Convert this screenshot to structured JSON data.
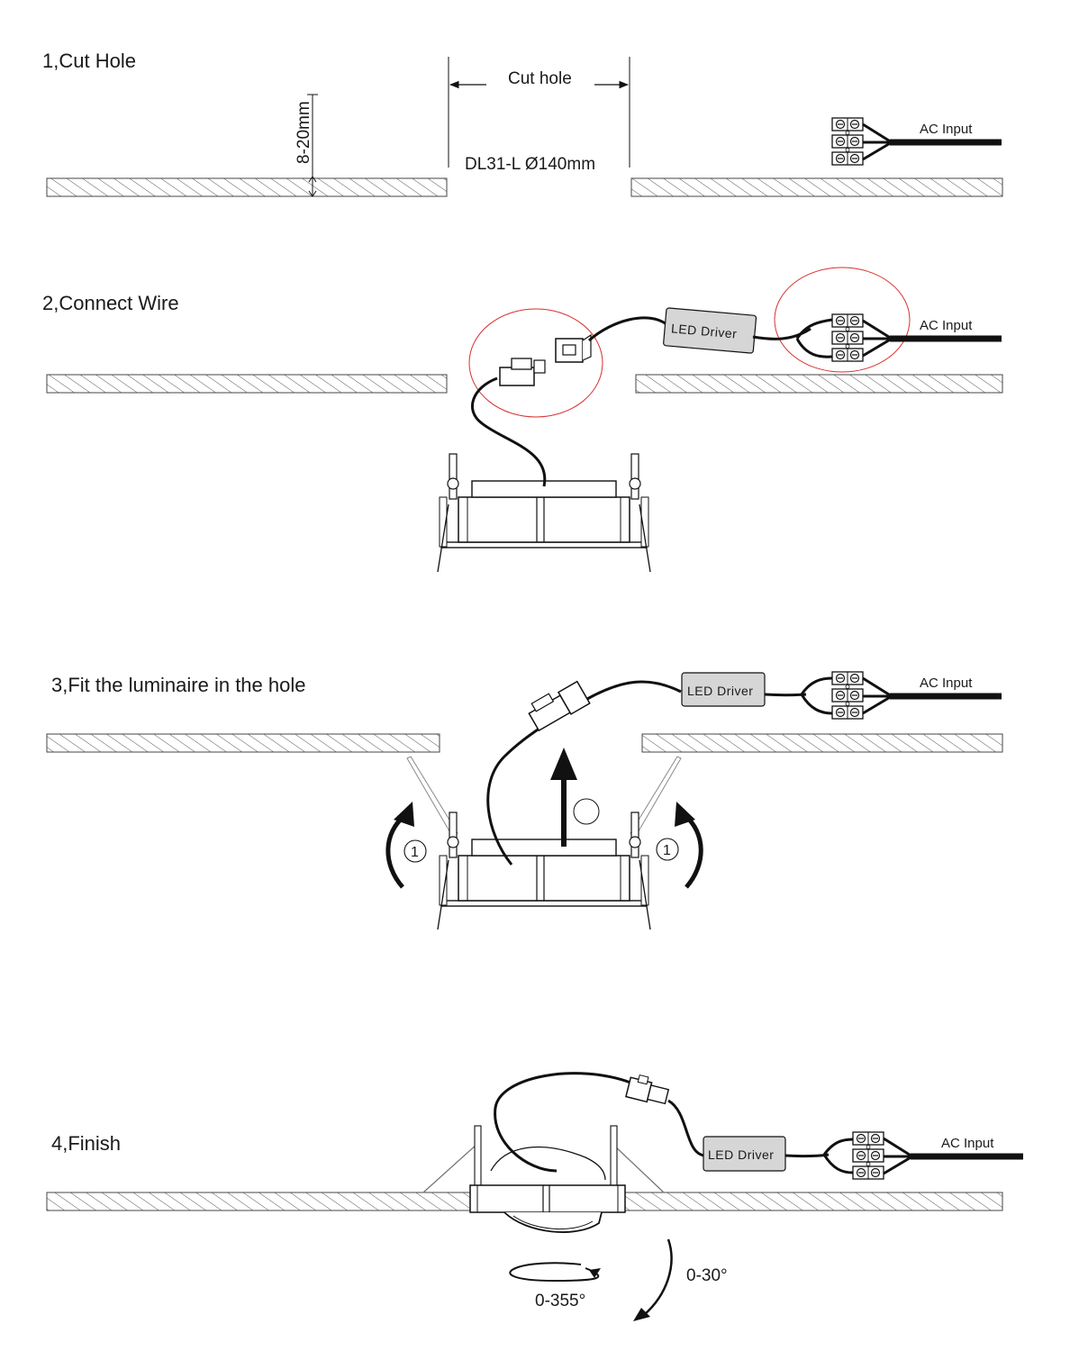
{
  "steps": [
    {
      "title": "1,Cut Hole",
      "ceiling_thickness": "8-20mm",
      "cut_label": "Cut hole",
      "hole_size": "DL31-L  Ø140mm",
      "ac_input": "AC Input"
    },
    {
      "title": "2,Connect Wire",
      "driver_label": "LED Driver",
      "ac_input": "AC Input"
    },
    {
      "title": "3,Fit the luminaire in the hole",
      "driver_label": "LED Driver",
      "ac_input": "AC Input",
      "spring_marker": "1"
    },
    {
      "title": "4,Finish",
      "driver_label": "LED Driver",
      "ac_input": "AC Input",
      "rotation_range": "0-355°",
      "tilt_range": "0-30°"
    }
  ],
  "colors": {
    "line": "#1a1a1a",
    "hatch": "#555555",
    "highlight_circle": "#d9302c",
    "driver_fill": "#d6d6d6",
    "cable": "#111111"
  },
  "icons": [
    "terminal-block-icon",
    "connector-icon",
    "arrow-up-icon",
    "curved-arrow-icon",
    "rotate-arrow-icon"
  ]
}
